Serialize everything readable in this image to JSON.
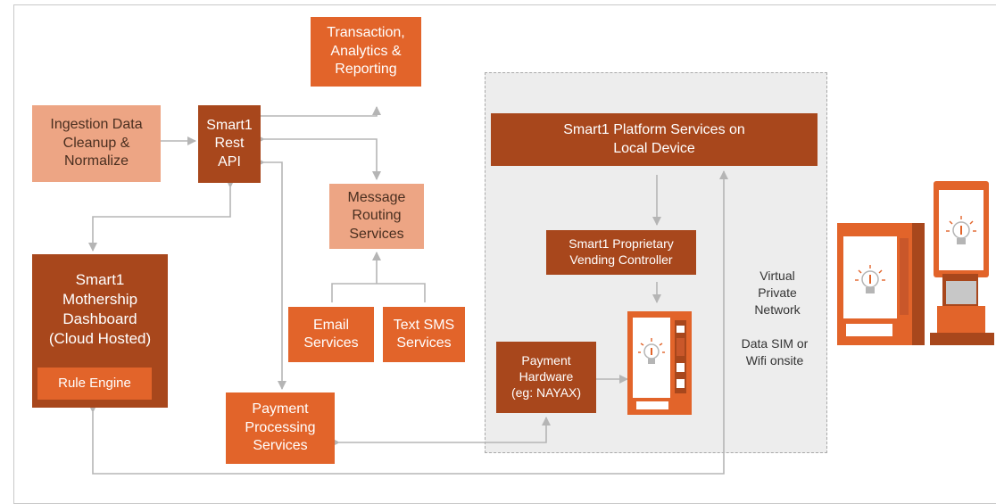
{
  "nodes": {
    "transaction": "Transaction,\nAnalytics &\nReporting",
    "ingestion": "Ingestion Data\nCleanup &\nNormalize",
    "rest_api": "Smart1\nRest\nAPI",
    "message_routing": "Message\nRouting\nServices",
    "mothership": "Smart1\nMothership\nDashboard\n(Cloud Hosted)",
    "rule_engine": "Rule Engine",
    "email": "Email\nServices",
    "sms": "Text SMS\nServices",
    "payment_processing": "Payment\nProcessing\nServices",
    "platform_services": "Smart1 Platform Services on\nLocal Device",
    "vending_controller": "Smart1 Proprietary\nVending Controller",
    "payment_hardware": "Payment\nHardware\n(eg: NAYAX)"
  },
  "notes": {
    "vpn": "Virtual\nPrivate\nNetwork",
    "data_sim": "Data SIM or\nWifi onsite"
  },
  "colors": {
    "orange": "#e2642a",
    "dark": "#a8471c",
    "peach": "#eda584",
    "arrow": "#b5b5b5"
  },
  "icons": [
    "lightbulb-icon"
  ]
}
